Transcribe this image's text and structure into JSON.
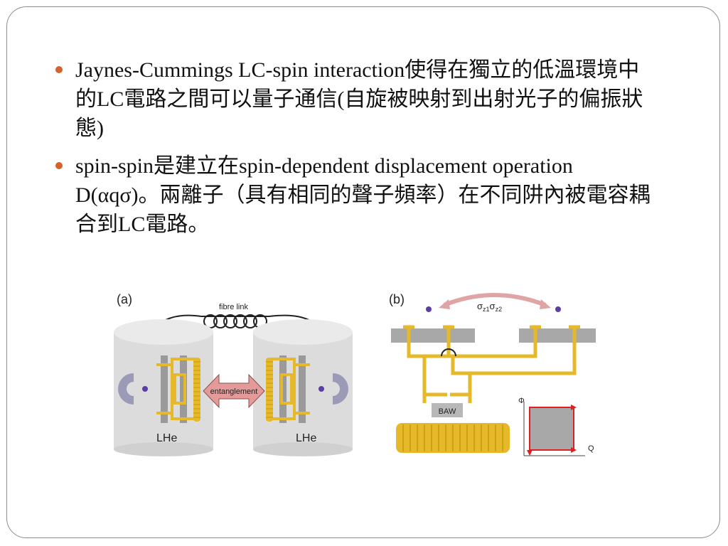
{
  "bullets": [
    {
      "text": "Jaynes-Cummings LC-spin interaction使得在獨立的低溫環境中的LC電路之間可以量子通信(自旋被映射到出射光子的偏振狀態)"
    },
    {
      "text": "spin-spin是建立在spin-dependent displacement operation D(αqσ)。兩離子（具有相同的聲子頻率）在不同阱內被電容耦合到LC電路。"
    }
  ],
  "figure_a": {
    "panel_label": "(a)",
    "fibre_label": "fibre link",
    "entangle_label": "entanglement",
    "left_label": "LHe",
    "right_label": "LHe"
  },
  "figure_b": {
    "panel_label": "(b)",
    "coupling_label_main": "σ",
    "coupling_sub1": "z1",
    "coupling_label_main2": "σ",
    "coupling_sub2": "z2",
    "baw_label": "BAW",
    "phi_label": "Φ",
    "q_label": "Q"
  },
  "colors": {
    "bullet": "#d4622a",
    "gold": "#e6b92a",
    "gray": "#a8a8a8",
    "light_gray": "#dedede",
    "pink": "#e59a9a",
    "arrow_red": "#e02020",
    "ion": "#5a3ea0"
  }
}
